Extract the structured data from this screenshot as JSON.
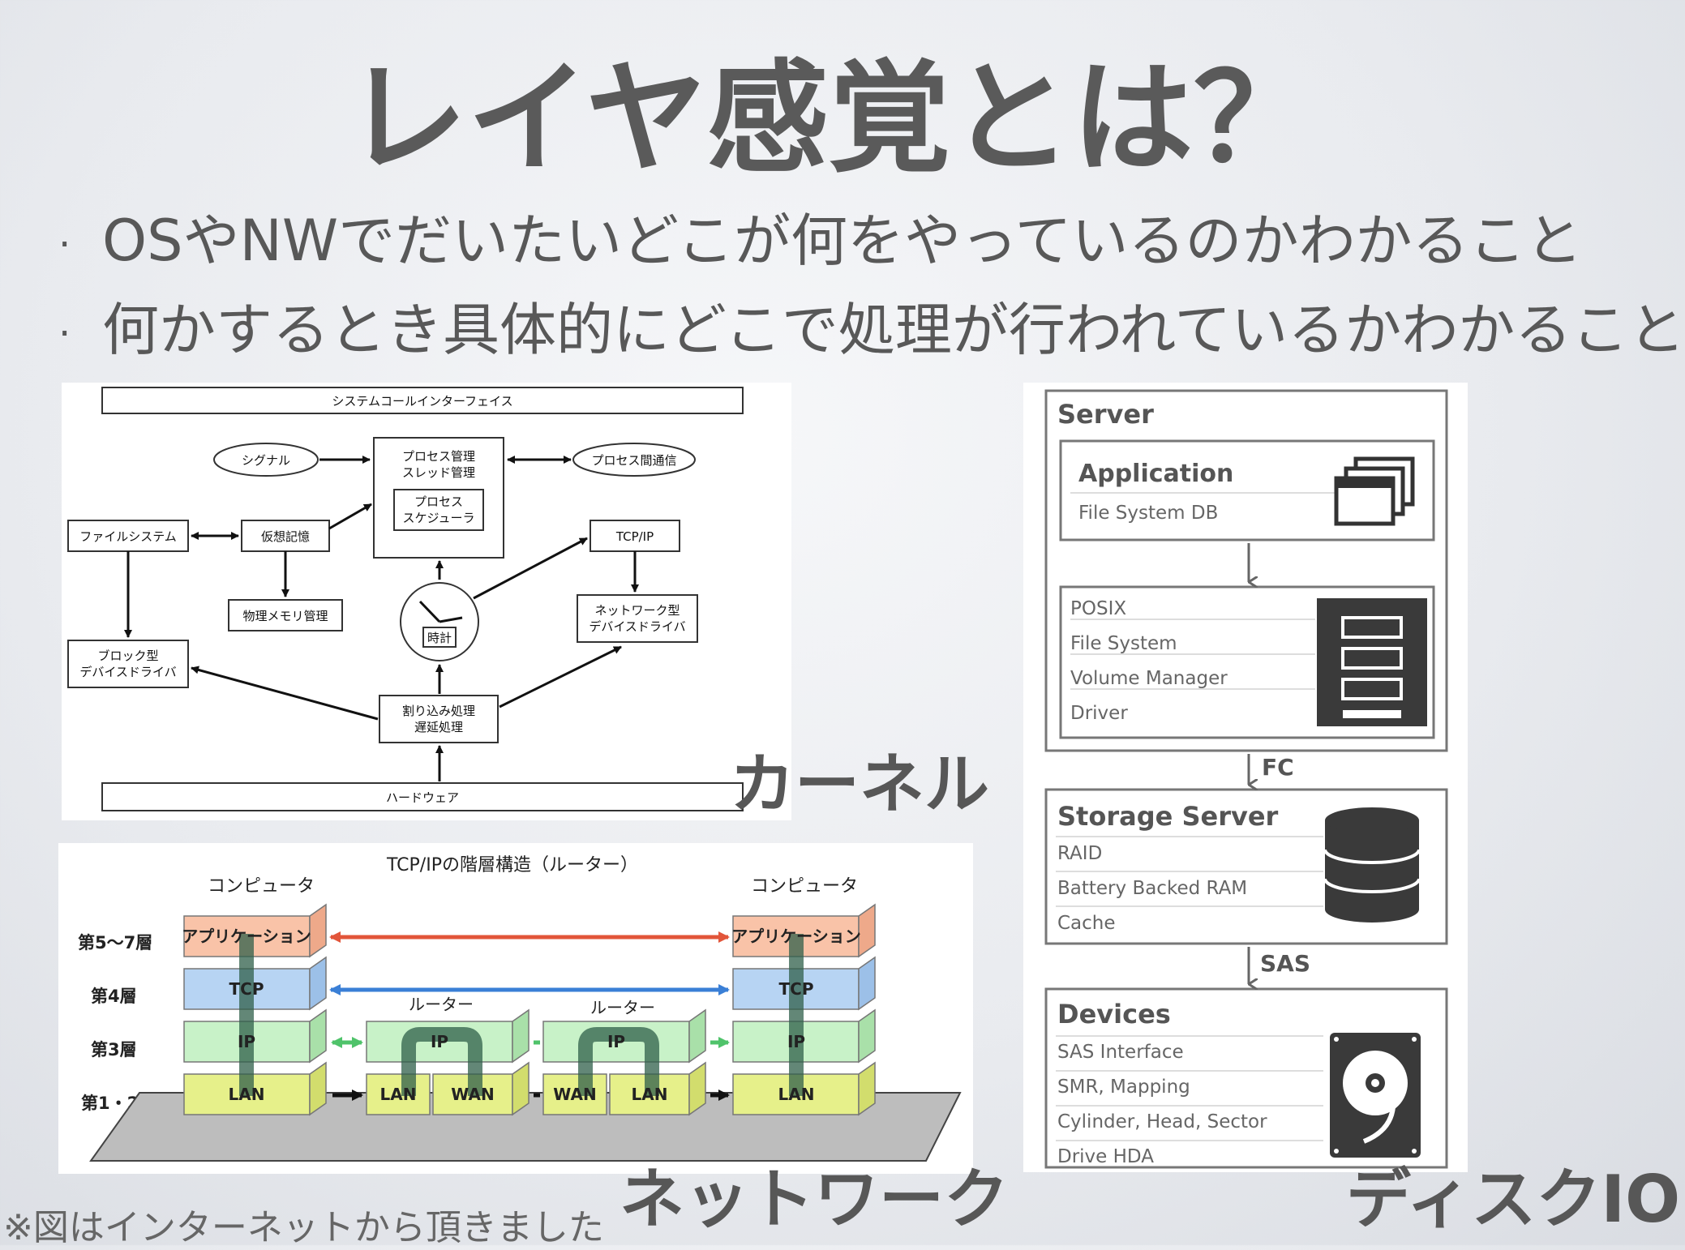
{
  "slide": {
    "title": "レイヤ感覚とは？",
    "bullets": [
      "OSやNWでだいたいどこが何をやっているのかわかること",
      "何かするとき具体的にどこで処理が行われているかわかること"
    ],
    "credit": "※図はインターネットから頂きました"
  },
  "captions": {
    "kernel": "カーネル",
    "network": "ネットワーク",
    "disk": "ディスクIO"
  },
  "kernel_diagram": {
    "syscall": "システムコールインターフェイス",
    "signal": "シグナル",
    "process_mgmt_1": "プロセス管理",
    "process_mgmt_2": "スレッド管理",
    "scheduler_1": "プロセス",
    "scheduler_2": "スケジューラ",
    "ipc": "プロセス間通信",
    "filesystem": "ファイルシステム",
    "virtual_memory": "仮想記憶",
    "tcpip": "TCP/IP",
    "physical_memory": "物理メモリ管理",
    "clock": "時計",
    "net_driver_1": "ネットワーク型",
    "net_driver_2": "デバイスドライバ",
    "block_driver_1": "ブロック型",
    "block_driver_2": "デバイスドライバ",
    "interrupt_1": "割り込み処理",
    "interrupt_2": "遅延処理",
    "hardware": "ハードウェア"
  },
  "network_diagram": {
    "title": "TCP/IPの階層構造（ルーター）",
    "computer_left": "コンピュータ",
    "computer_right": "コンピュータ",
    "router_1": "ルーター",
    "router_2": "ルーター",
    "layers": [
      "第5～7層",
      "第4層",
      "第3層",
      "第1・2層"
    ],
    "application": "アプリケーション",
    "tcp": "TCP",
    "ip": "IP",
    "lan": "LAN",
    "wan": "WAN",
    "colors": {
      "app": "#f9c3a8",
      "tcp": "#b7d4f3",
      "ip": "#c8f2c8",
      "lan": "#e6f08a",
      "app_arrow": "#e2553a",
      "tcp_arrow": "#3a7fd6",
      "ip_arrow": "#4fc36a"
    }
  },
  "disk_diagram": {
    "server": "Server",
    "application": "Application",
    "app_items": "File System DB",
    "os_items": [
      "POSIX",
      "File System",
      "Volume Manager",
      "Driver"
    ],
    "fc": "FC",
    "storage_server": "Storage Server",
    "storage_items": [
      "RAID",
      "Battery Backed RAM",
      "Cache"
    ],
    "sas": "SAS",
    "devices": "Devices",
    "device_items": [
      "SAS Interface",
      "SMR, Mapping",
      "Cylinder, Head, Sector",
      "Drive HDA"
    ],
    "icons": [
      "window-stack-icon",
      "cabinet-icon",
      "database-icon",
      "hard-disk-icon"
    ]
  }
}
